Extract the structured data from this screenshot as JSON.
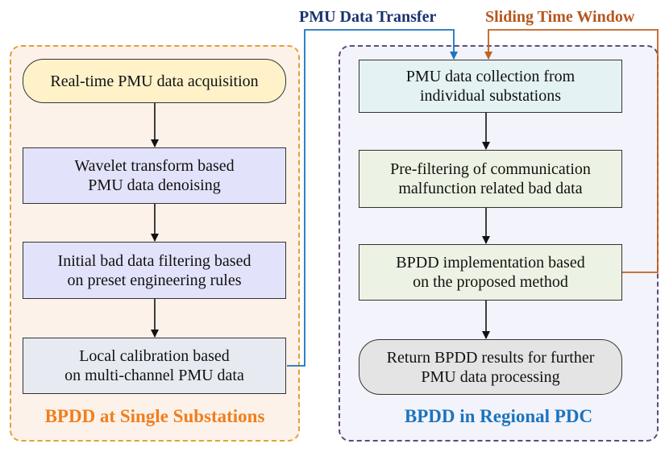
{
  "header": {
    "pmu_transfer_label": "PMU Data Transfer",
    "sliding_window_label": "Sliding Time Window"
  },
  "left_panel": {
    "title": "BPDD at Single Substations",
    "steps": [
      "Real-time PMU data acquisition",
      "Wavelet transform based\nPMU data denoising",
      "Initial bad data filtering based\non preset engineering rules",
      "Local  calibration based\non multi-channel PMU data"
    ]
  },
  "right_panel": {
    "title": "BPDD in Regional PDC",
    "steps": [
      "PMU data collection from\nindividual substations",
      "Pre-filtering of communication\nmalfunction related bad data",
      "BPDD implementation based\non the proposed method",
      "Return BPDD results for further\nPMU data processing"
    ]
  },
  "colors": {
    "pmu_transfer": "#1a3370",
    "pmu_transfer_line": "#1c74bd",
    "sliding_window": "#b4561f",
    "sliding_window_line": "#c1611f",
    "left_panel_title": "#f07e1d",
    "right_panel_title": "#1c74bd"
  }
}
